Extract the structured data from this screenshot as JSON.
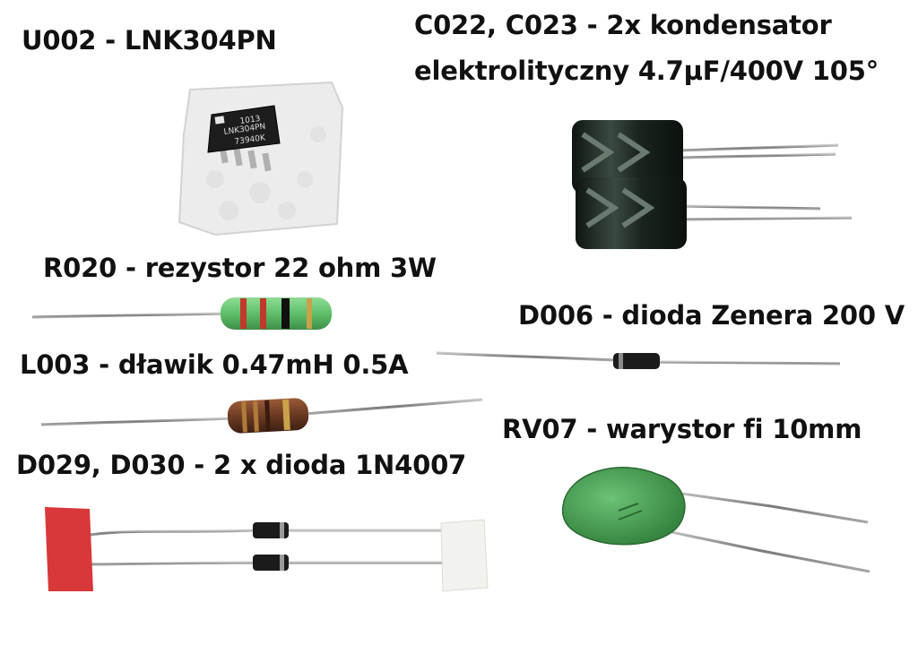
{
  "labels": {
    "u002": "U002 - LNK304PN",
    "c022_line1": "C022, C023 - 2x kondensator",
    "c022_line2": "elektrolityczny 4.7µF/400V 105°",
    "r020": "R020 - rezystor 22 ohm 3W",
    "d006": "D006 - dioda Zenera 200 V",
    "l003": "L003 - dławik 0.47mH 0.5A",
    "rv07": "RV07 - warystor fi 10mm",
    "d029": "D029, D030 - 2 x dioda 1N4007"
  },
  "chip_marking": {
    "line1": "1013",
    "line2": "LNK304PN",
    "line3": "73940K"
  },
  "colors": {
    "background": "#ffffff",
    "text": "#111111",
    "resistor_body": "#5fbf6a",
    "inductor_body": "#6b3a22",
    "varistor_body": "#3f9a4a",
    "capacitor_body": "#1f2a24",
    "foam": "#efefef",
    "red_tape": "#d8383a",
    "white_tape": "#f2f2ee",
    "lead": "#8a8a8a"
  }
}
